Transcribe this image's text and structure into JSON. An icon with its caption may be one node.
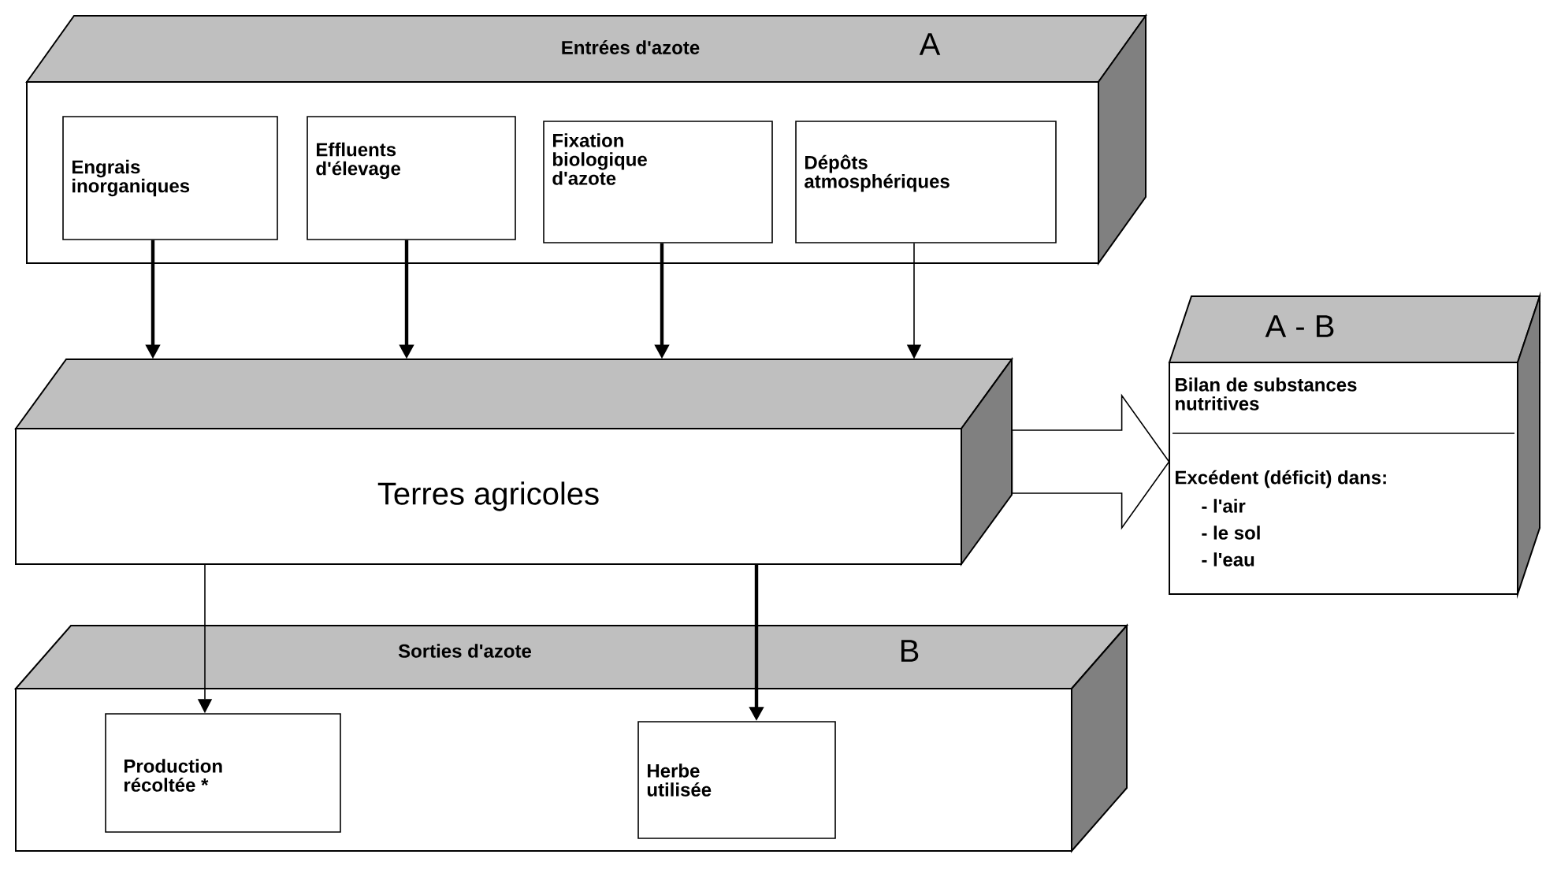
{
  "diagram": {
    "nodes": [
      {
        "text": [
          "Entrées d'azote",
          "A"
        ]
      },
      {
        "text": [
          "Engrais inorganiques"
        ],
        "in": 0
      },
      {
        "text": [
          "Effluents d'élevage"
        ],
        "in": 0
      },
      {
        "text": [
          "Fixation biologique d'azote"
        ],
        "in": 0
      },
      {
        "text": [
          "Dépôts atmosphériques"
        ],
        "in": 0
      },
      {
        "text": [
          "Terres agricoles"
        ]
      },
      {
        "text": [
          "A - B",
          "Bilan de substances nutritives",
          "Excédent (déficit) dans:",
          "- l'air",
          "- le sol",
          "- l'eau"
        ]
      },
      {
        "text": [
          "Sorties d'azote",
          "B"
        ]
      },
      {
        "text": [
          "Production récoltée *"
        ],
        "in": 7
      },
      {
        "text": [
          "Herbe utilisée"
        ],
        "in": 7
      }
    ],
    "edges": [
      {
        "from": 1,
        "to": 5,
        "arrow": "to"
      },
      {
        "from": 2,
        "to": 5,
        "arrow": "to"
      },
      {
        "from": 3,
        "to": 5,
        "arrow": "to"
      },
      {
        "from": 4,
        "to": 5,
        "arrow": "to"
      },
      {
        "from": 5,
        "to": 6,
        "arrow": "to"
      },
      {
        "from": 5,
        "to": 8,
        "arrow": "to"
      },
      {
        "from": 5,
        "to": 9,
        "arrow": "to"
      }
    ]
  }
}
